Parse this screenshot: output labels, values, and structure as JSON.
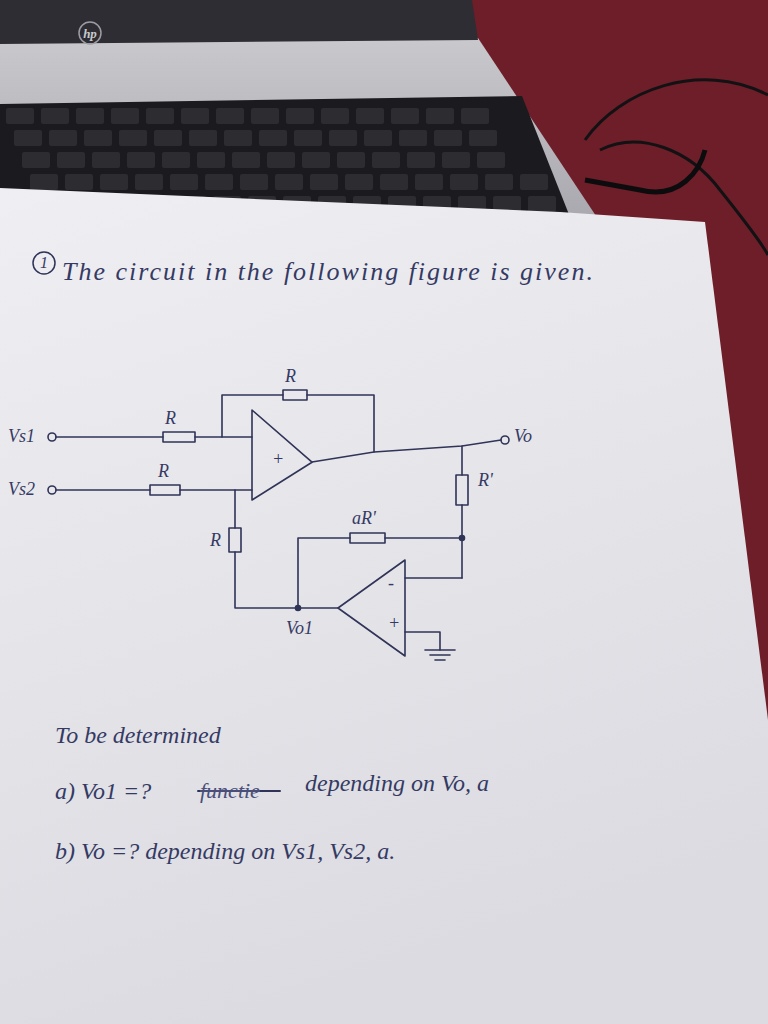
{
  "diagram": {
    "nodes": [
      {
        "text": [
          "hp"
        ]
      },
      {
        "text": [
          "1"
        ]
      },
      {
        "text": [
          "+"
        ]
      },
      {
        "text": [
          "-",
          "+"
        ]
      }
    ],
    "labels": [
      "The circuit in the following figure is given.",
      "R",
      "Vs1",
      "R",
      "Vs2",
      "R",
      "Vo",
      "R'",
      "aR'",
      "R",
      "Vo1",
      "To be determined",
      "a) Vo1 =?",
      "functie",
      "depending on Vo, a",
      "b) Vo =? depending on Vs1, Vs2, a."
    ]
  }
}
